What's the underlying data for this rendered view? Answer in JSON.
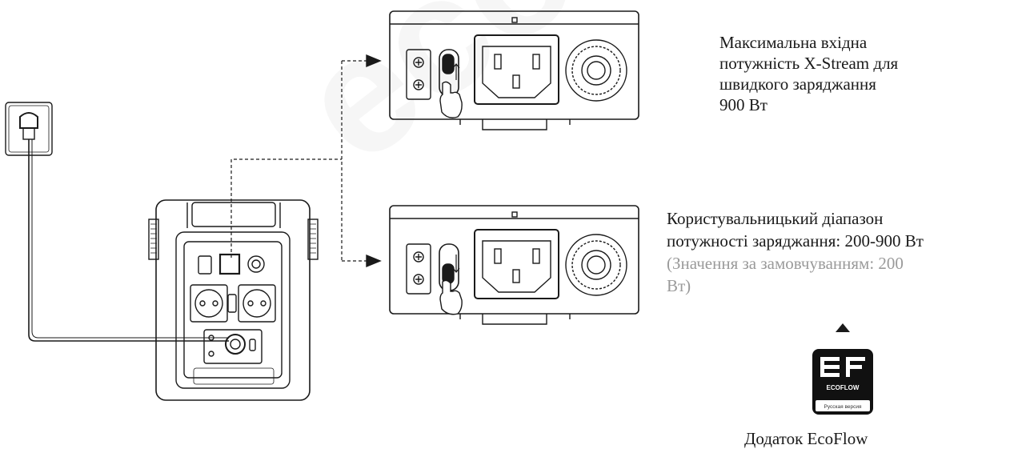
{
  "text_blocks": {
    "max_input": {
      "line1": "Максимальна вхідна",
      "line2": "потужність X-Stream для",
      "line3": "швидкого заряджання",
      "line4": "900 Вт"
    },
    "user_range": {
      "line1": "Користувальницький діапазон",
      "line2": "потужності заряджання: 200-900 Вт",
      "note_line1": "(Значення за замовчуванням: 200",
      "note_line2": "Вт)"
    },
    "app_label": "Додаток EcoFlow"
  },
  "app_badge": {
    "brand": "ECOFLOW",
    "subtitle": "Русская версия"
  },
  "watermark": "eco.com.ua",
  "colors": {
    "line": "#1a1a1a",
    "note_text": "#9a9a9a",
    "badge_bg": "#111111"
  },
  "icons": [
    "wall-socket-icon",
    "power-station-icon",
    "ac-input-panel-icon",
    "switch-up-icon",
    "switch-down-icon",
    "finger-icon",
    "ecoflow-app-icon",
    "triangle-up-icon"
  ]
}
